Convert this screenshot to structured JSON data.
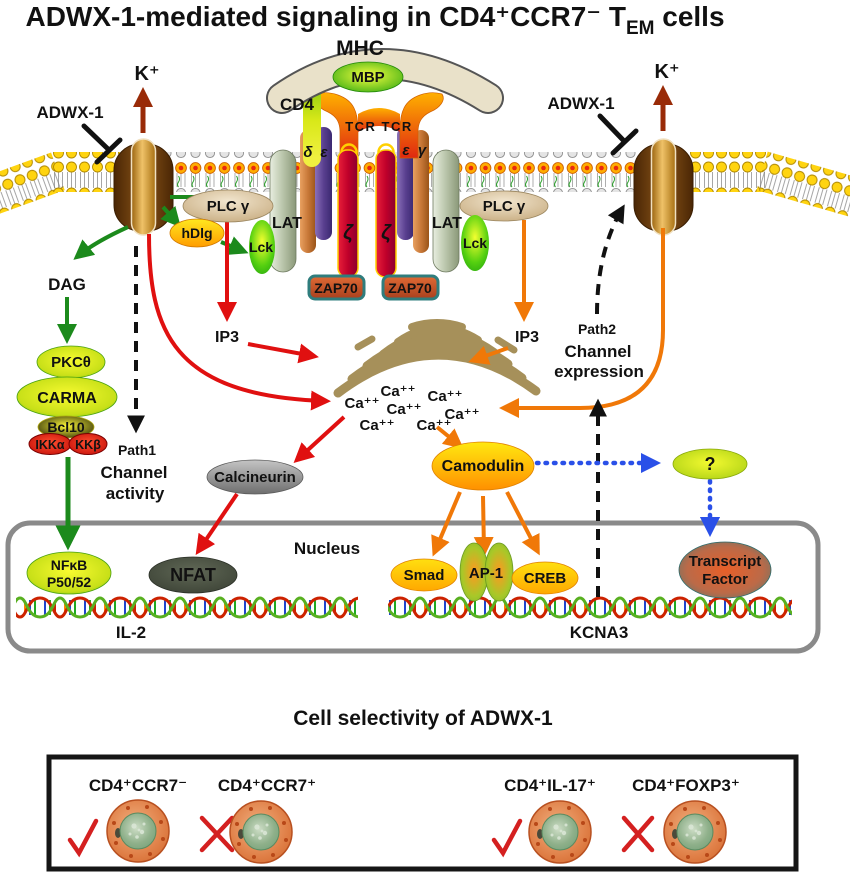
{
  "title": {
    "part1": "ADWX-1-mediated signaling in CD4⁺CCR7⁻ T",
    "sub": "EM",
    "part2": " cells"
  },
  "membrane": {
    "k_left": "K⁺",
    "k_right": "K⁺",
    "adwx_left": "ADWX-1",
    "adwx_right": "ADWX-1"
  },
  "receptor": {
    "mhc": "MHC",
    "mbp": "MBP",
    "cd4": "CD4",
    "tcr": "TCR TCR",
    "delta": "δ",
    "epsilon_left": "ε",
    "epsilon_right": "ε",
    "gamma": "γ",
    "zeta_left": "ζ",
    "zeta_right": "ζ",
    "lat_left": "LAT",
    "lat_right": "LAT",
    "lck_left": "Lck",
    "lck_right": "Lck",
    "plc_left": "PLC γ",
    "plc_right": "PLC γ",
    "hdlg": "hDlg",
    "zap70_left": "ZAP70",
    "zap70_right": "ZAP70"
  },
  "signaling": {
    "dag": "DAG",
    "pkc": "PKCθ",
    "carma": "CARMA",
    "bcl10": "Bcl10",
    "ikka": "IKKα",
    "ikkb": "KKβ",
    "ip3_left": "IP3",
    "ip3_right": "IP3",
    "ca": "Ca⁺⁺",
    "calcineurin": "Calcineurin",
    "camodulin": "Camodulin",
    "path1": [
      "Path1",
      "Channel",
      "activity"
    ],
    "path2": [
      "Path2",
      "Channel",
      "expression"
    ],
    "unknown": "?"
  },
  "nucleus": {
    "label": "Nucleus",
    "nfkb": "NFκB",
    "nfkb2": "P50/52",
    "nfat": "NFAT",
    "smad": "Smad",
    "ap1": "AP-1",
    "creb": "CREB",
    "tf1": "Transcript",
    "tf2": "Factor",
    "gene_left": "IL-2",
    "gene_right": "KCNA3"
  },
  "selectivity": {
    "title": "Cell selectivity of ADWX-1",
    "cells": [
      {
        "label": "CD4⁺CCR7⁻",
        "mark": "check"
      },
      {
        "label": "CD4⁺CCR7⁺",
        "mark": "cross"
      },
      {
        "label": "CD4⁺IL-17⁺",
        "mark": "check"
      },
      {
        "label": "CD4⁺FOXP3⁺",
        "mark": "cross"
      }
    ]
  },
  "colors": {
    "arrow_red": "#e01010",
    "arrow_green": "#1c8a1c",
    "arrow_orange": "#f07808",
    "arrow_blue": "#2a50e8",
    "arrow_black": "#111111",
    "k_arrow": "#992b08",
    "channel_brown": "#6b3a0a",
    "channel_gold": "#e2a63d",
    "mhc_cream": "#e9e1c9",
    "er_brown": "#a6905a",
    "nucleus_border": "#8a8a8a",
    "mark_red": "#d42020"
  }
}
